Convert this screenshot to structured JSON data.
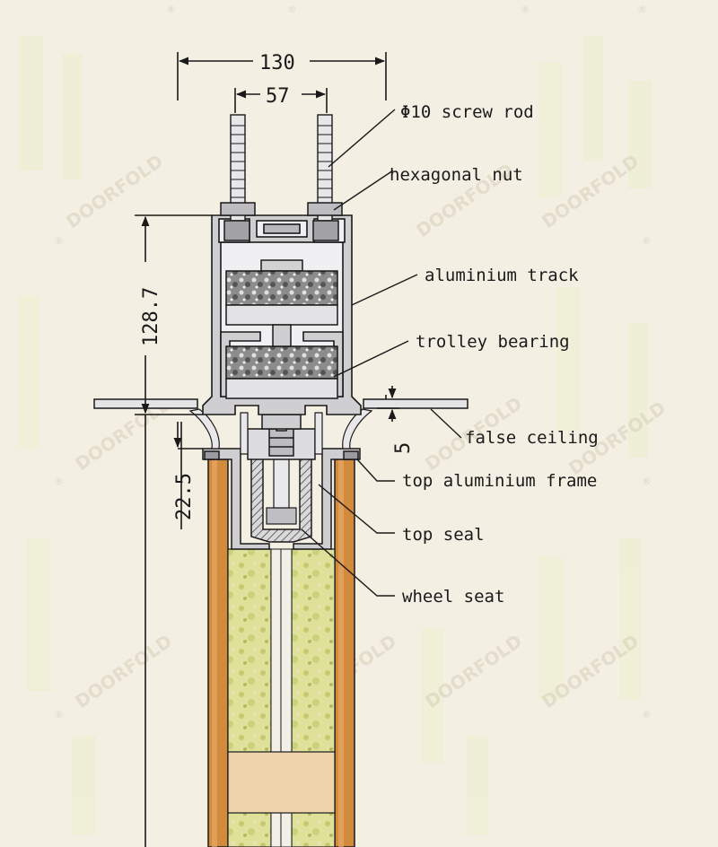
{
  "diagram": {
    "watermark_text": "DOORFOLD",
    "watermark_mark": "®",
    "dimensions": {
      "overall_width": "130",
      "inner_width": "57",
      "track_height": "128.7",
      "ceiling_gap": "5",
      "frame_offset": "22.5"
    },
    "labels": {
      "screw_rod": "Φ10 screw rod",
      "hex_nut": "hexagonal nut",
      "aluminium_track": "aluminium track",
      "trolley_bearing": "trolley bearing",
      "false_ceiling": "false ceiling",
      "top_frame": "top aluminium frame",
      "top_seal": "top seal",
      "wheel_seat": "wheel seat"
    },
    "colors": {
      "background": "#f4efe3",
      "aluminium": "#cfcfd2",
      "wood": "#d28a3c",
      "infill": "#d6d98a",
      "line": "#1a1a1a"
    }
  }
}
